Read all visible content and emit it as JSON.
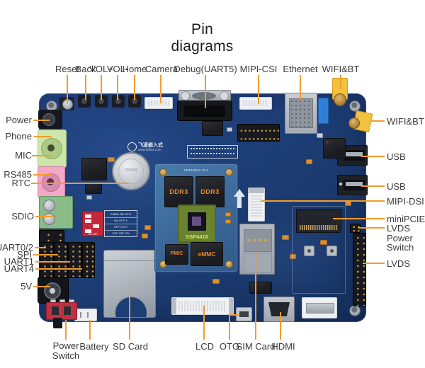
{
  "title": "Pin diagrams",
  "labels": {
    "top": [
      "Reset",
      "Back",
      "VOL+",
      "VOL-",
      "Home",
      "Camera",
      "Debug(UART5)",
      "MIPI-CSI",
      "Ethernet",
      "WIFI&BT"
    ],
    "left": [
      "Power",
      "Phone",
      "MIC",
      "RS485",
      "RTC",
      "SDIO",
      "UART0/2",
      "SPI",
      "UART1",
      "UART4",
      "5V"
    ],
    "right": [
      "WIFI&BT",
      "USB",
      "USB",
      "MIPI-DSI",
      "miniPCIE",
      "LVDS Power Switch",
      "LVDS"
    ],
    "bottom": [
      "Power Switch",
      "Battery",
      "SD Card",
      "LCD",
      "OTG",
      "SIM Card",
      "HDMI"
    ]
  },
  "board": {
    "chips": {
      "ddr1": "DDR3",
      "ddr2": "DDR3",
      "soc": "SSP4418",
      "pmic": "PMIC",
      "emmc": "eMMC"
    },
    "silkscreen": {
      "logo": "飞凌嵌入式",
      "website": "www.forlinx.com",
      "module_marking": "FET4418-C V1.1",
      "battery": "CR2032",
      "dip_switch": "ON DIP",
      "boot_table_rows": [
        "EMMC SD OTG",
        "ON OFF X",
        "OFF ON X",
        "OFF OFF ON"
      ]
    }
  },
  "colors": {
    "leader_line": "#f39c2c",
    "board_blue": "#1d3f74",
    "module_blue": "#3f6fa3",
    "soc_green": "#66802e",
    "antenna_yellow": "#f2c23c"
  }
}
